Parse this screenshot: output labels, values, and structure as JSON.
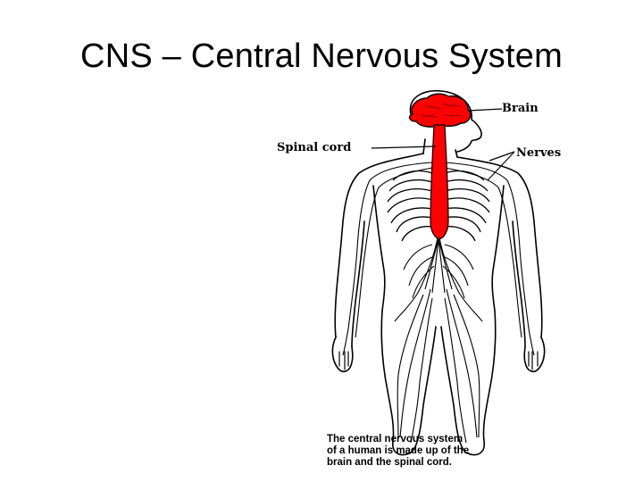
{
  "slide": {
    "title": "CNS – Central Nervous System"
  },
  "diagram": {
    "labels": {
      "brain": "Brain",
      "spinal_cord": "Spinal cord",
      "nerves": "Nerves"
    },
    "caption": {
      "line1": "The central nervous system",
      "line2": "of a human is made up of the",
      "line3": "brain and the spinal cord."
    },
    "colors": {
      "cns": "#ff0000",
      "outline": "#000000"
    }
  }
}
